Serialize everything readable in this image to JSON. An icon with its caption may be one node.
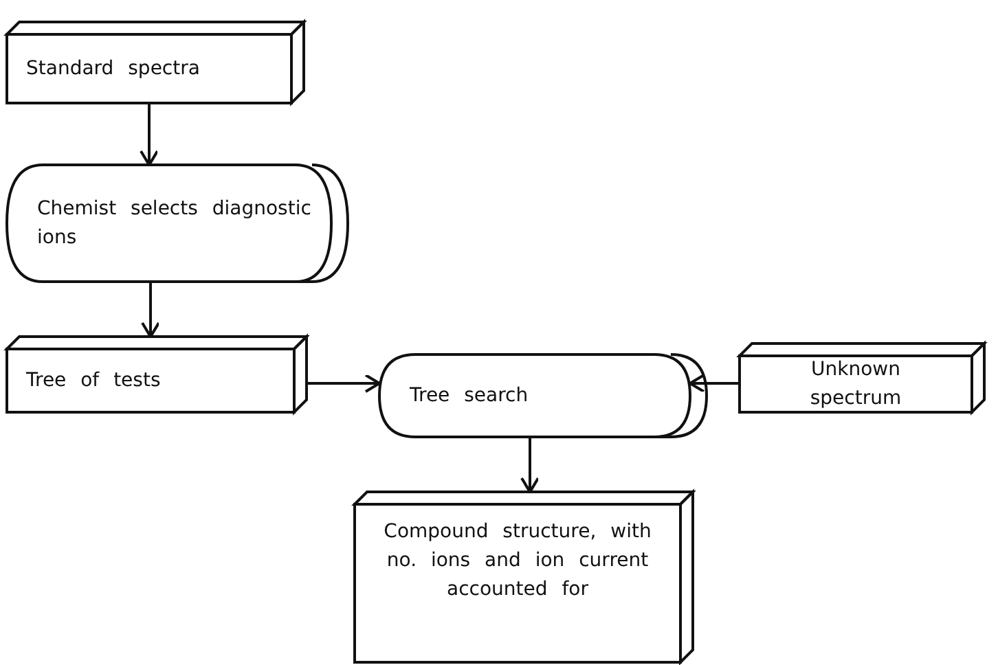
{
  "diagram": {
    "nodes": [
      {
        "text": [
          "Standard spectra"
        ]
      },
      {
        "text": [
          "Chemist selects diagnostic ions"
        ]
      },
      {
        "text": [
          "Tree of tests"
        ]
      },
      {
        "text": [
          "Tree search"
        ]
      },
      {
        "text": [
          "Unknown spectrum"
        ]
      },
      {
        "text": [
          "Compound structure, with no. ions and ion current accounted for"
        ]
      }
    ],
    "edges": [
      {
        "from": 0,
        "to": 1,
        "arrow": "to"
      },
      {
        "from": 1,
        "to": 2,
        "arrow": "to"
      },
      {
        "from": 2,
        "to": 3,
        "arrow": "to"
      },
      {
        "from": 4,
        "to": 3,
        "arrow": "to"
      },
      {
        "from": 3,
        "to": 5,
        "arrow": "to"
      }
    ]
  }
}
